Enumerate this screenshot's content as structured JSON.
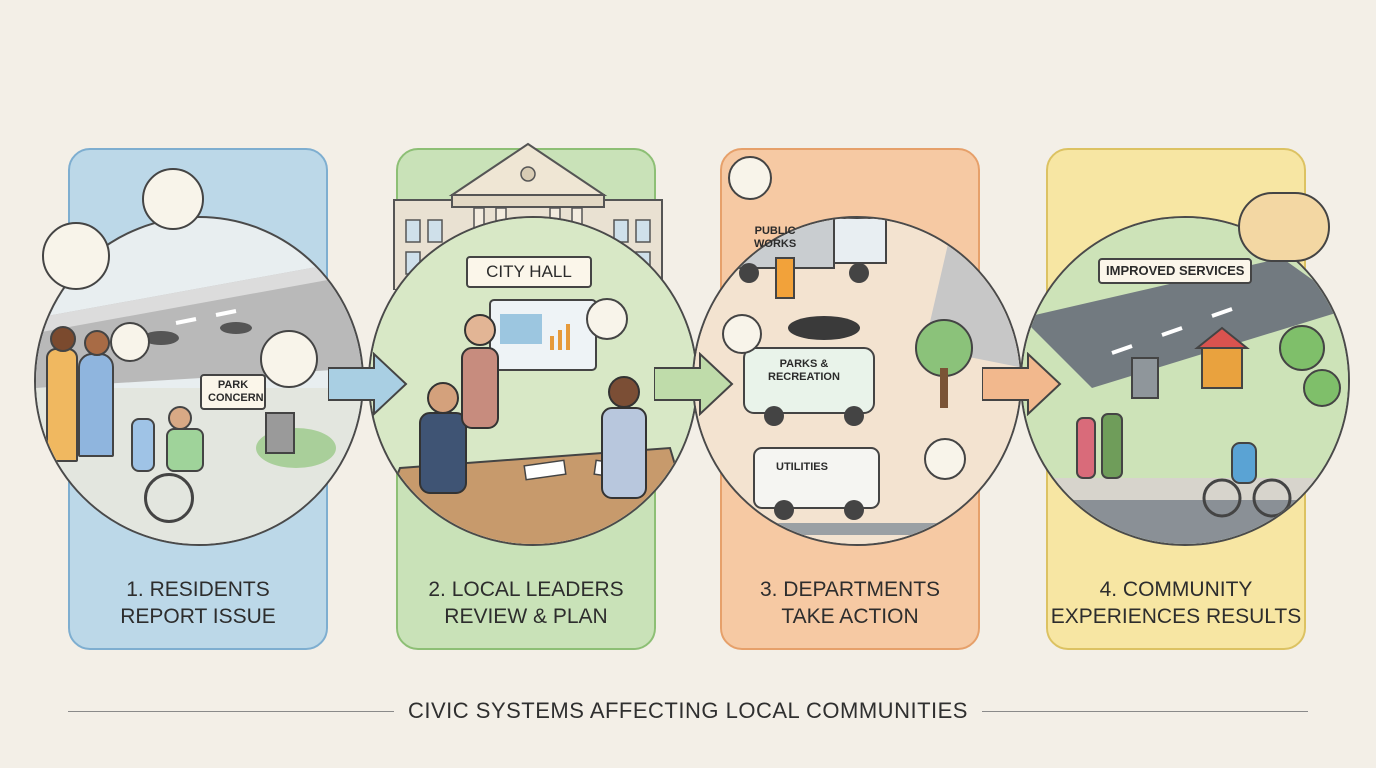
{
  "title": "CIVIC SYSTEMS AFFECTING LOCAL COMMUNITIES",
  "steps": [
    {
      "label_line1": "1. RESIDENTS",
      "label_line2": "REPORT ISSUE"
    },
    {
      "label_line1": "2. LOCAL LEADERS",
      "label_line2": "REVIEW & PLAN"
    },
    {
      "label_line1": "3. DEPARTMENTS",
      "label_line2": "TAKE ACTION"
    },
    {
      "label_line1": "4. COMMUNITY",
      "label_line2": "EXPERIENCES RESULTS"
    }
  ],
  "scene1": {
    "tag_line1": "PARK",
    "tag_line2": "CONCERN"
  },
  "scene2": {
    "sign": "CITY HALL"
  },
  "scene3": {
    "truck_line1": "PUBLIC",
    "truck_line2": "WORKS",
    "van_line1": "PARKS &",
    "van_line2": "RECREATION",
    "utility": "UTILITIES"
  },
  "scene4": {
    "banner": "IMPROVED SERVICES"
  },
  "colors": {
    "blue": "#bcd8e8",
    "green": "#c9e2b8",
    "orange": "#f6c9a3",
    "yellow": "#f7e6a3"
  }
}
